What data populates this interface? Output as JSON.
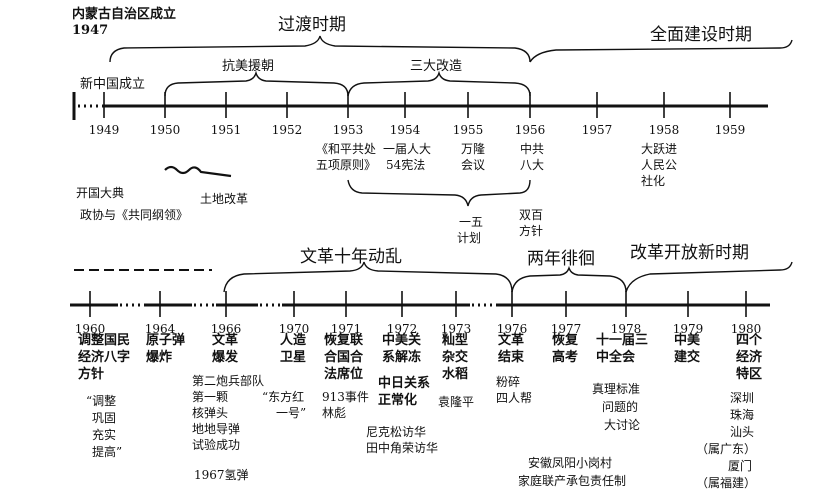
{
  "header": {
    "region_line1": "内蒙古自治区成立",
    "region_line2": "1947"
  },
  "top": {
    "periods": {
      "transition": "过渡时期",
      "full_construction": "全面建设时期",
      "resist_us_aid_korea": "抗美援朝",
      "three_reforms": "三大改造"
    },
    "new_china": "新中国成立",
    "years": [
      "1949",
      "1950",
      "1951",
      "1952",
      "1953",
      "1954",
      "1955",
      "1956",
      "1957",
      "1958",
      "1959"
    ],
    "events": {
      "peace_principles": [
        "《和平共处",
        "五项原则》"
      ],
      "npc": [
        "一届人大",
        "54宪法"
      ],
      "wanlong": [
        "万隆",
        "会议"
      ],
      "cpc8": [
        "中共",
        "八大"
      ],
      "great_leap": [
        "大跃进",
        "人民公",
        "社化"
      ],
      "founding": "开国大典",
      "cppcc": "政协与《共同纲领》",
      "land_reform": "土地改革",
      "five_year_plan": [
        "一五",
        "计划"
      ],
      "double_hundred": [
        "双百",
        "方针"
      ]
    }
  },
  "bottom": {
    "periods": {
      "cultural_revolution": "文革十年动乱",
      "two_years": "两年徘徊",
      "reform": "改革开放新时期"
    },
    "years": [
      "1960",
      "1964",
      "1966",
      "1970",
      "1971",
      "1972",
      "1973",
      "1976",
      "1977",
      "1978",
      "1979",
      "1980"
    ],
    "events": {
      "y1960": [
        "调整国民",
        "经济八字",
        "方针"
      ],
      "y1960_quote": [
        "“调整",
        "巩固",
        "充实",
        "提高”"
      ],
      "y1964": [
        "原子弹",
        "爆炸"
      ],
      "y1966": [
        "文革",
        "爆发"
      ],
      "y1966_extra": [
        "第二炮兵部队",
        "第一颗",
        "核弹头",
        "地地导弹",
        "试验成功"
      ],
      "y1967": "1967氢弹",
      "y1970": [
        "人造",
        "卫星"
      ],
      "y1970_quote": [
        "“东方红",
        "一号”"
      ],
      "y1971": [
        "恢复联",
        "合国合",
        "法席位"
      ],
      "y1971_extra": [
        "913事件",
        "林彪"
      ],
      "y1972": [
        "中美关",
        "系解冻"
      ],
      "y1972_sub": [
        "中日关系",
        "正常化"
      ],
      "y1972_visits": [
        "尼克松访华",
        "田中角荣访华"
      ],
      "y1973": [
        "籼型",
        "杂交",
        "水稻"
      ],
      "y1973_person": "袁隆平",
      "y1976": [
        "文革",
        "结束"
      ],
      "y1976_extra": [
        "粉碎",
        "四人帮"
      ],
      "y1977": [
        "恢复",
        "高考"
      ],
      "y1978": [
        "十一届三",
        "中全会"
      ],
      "truth_debate": [
        "真理标准",
        "问题的",
        "大讨论"
      ],
      "anhui": [
        "安徽凤阳小岗村",
        "家庭联产承包责任制"
      ],
      "y1979": [
        "中美",
        "建交"
      ],
      "y1980": [
        "四个",
        "经济",
        "特区"
      ],
      "zones": [
        "深圳",
        "珠海",
        "汕头",
        "（属广东）",
        "厦门",
        "（属福建）"
      ]
    }
  }
}
